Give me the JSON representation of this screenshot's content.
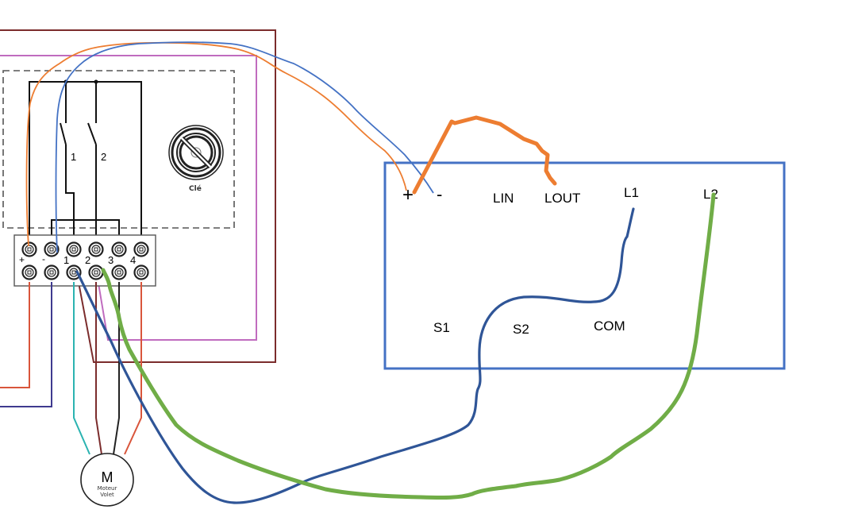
{
  "diagram": {
    "title": "Shutter key switch wiring to roller shutter module",
    "key_switch": {
      "switch_labels": [
        "1",
        "2"
      ],
      "key_label": "Clé",
      "terminal_labels": [
        "+",
        "-",
        "1",
        "2",
        "3",
        "4"
      ]
    },
    "motor": {
      "symbol": "M",
      "label_line1": "Moteur",
      "label_line2": "Volet"
    },
    "module": {
      "terminals_top": [
        "+",
        "-",
        "LIN",
        "LOUT",
        "L1",
        "L2"
      ],
      "terminals_bottom": [
        "S1",
        "S2",
        "COM"
      ]
    },
    "colors": {
      "module_border": "#4472c4",
      "orange_wire": "#ed7d31",
      "blue_thin_wire": "#4472c4",
      "dark_blue_wire": "#2f5597",
      "green_wire": "#70ad47",
      "maroon_frame": "#7b2c2c",
      "pink_frame": "#c06cbf",
      "red_wire": "#d9553b",
      "purple_wire": "#3f3a8f",
      "teal_wire": "#2bb3b1"
    }
  }
}
